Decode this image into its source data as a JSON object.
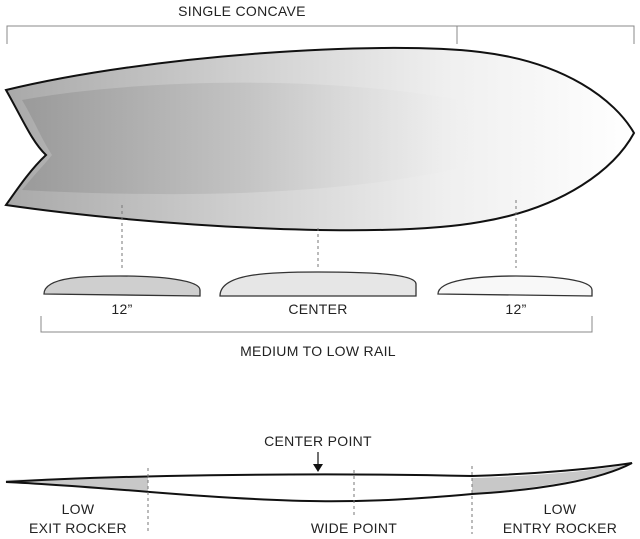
{
  "top_view": {
    "concave_label": "SINGLE CONCAVE"
  },
  "rail_sections": {
    "left_label": "12”",
    "center_label": "CENTER",
    "right_label": "12”",
    "rail_label": "MEDIUM TO LOW RAIL"
  },
  "side_view": {
    "center_point_label": "CENTER POINT",
    "exit_rocker_line1": "LOW",
    "exit_rocker_line2": "EXIT ROCKER",
    "wide_point_label": "WIDE POINT",
    "entry_rocker_line1": "LOW",
    "entry_rocker_line2": "ENTRY ROCKER"
  },
  "colors": {
    "outline": "#111111",
    "shade_dark": "#a9a9a9",
    "shade_light": "#ffffff",
    "rocker_fill": "#c8c8c8"
  }
}
